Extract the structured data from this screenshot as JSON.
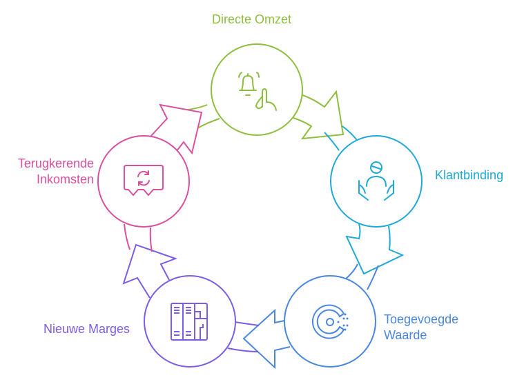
{
  "title": "Cycle diagram",
  "colors": {
    "green": "#8fbe3e",
    "teal": "#1fa8d8",
    "blue": "#4a86e0",
    "purple": "#7a5ce6",
    "pink": "#d9509e"
  },
  "nodes": [
    {
      "label": "Directe Omzet",
      "icon": "bell-hand-icon"
    },
    {
      "label": "Klantbinding",
      "icon": "person-hands-icon"
    },
    {
      "label": "Toegevoegde Waarde",
      "line1": "Toegevoegde",
      "line2": "Waarde",
      "icon": "value-ring-icon"
    },
    {
      "label": "Nieuwe Marges",
      "icon": "shelves-icon"
    },
    {
      "label": "Terugkerende Inkomsten",
      "line1": "Terugkerende",
      "line2": "Inkomsten",
      "icon": "recurring-chat-icon"
    }
  ]
}
